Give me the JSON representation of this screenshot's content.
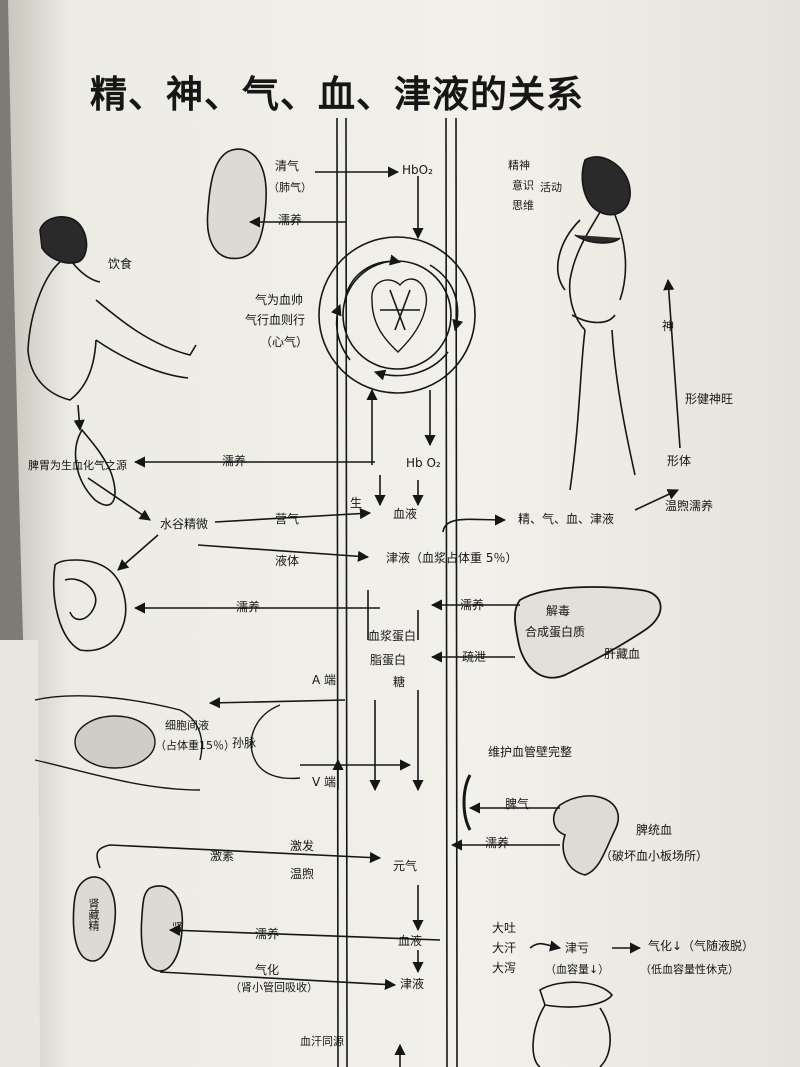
{
  "page": {
    "title": "精、神、气、血、津液的关系"
  },
  "lung": {
    "qing_qi": "清气",
    "fei_qi": "（肺气）",
    "hbo2_top": "HbO₂",
    "ru_yang_top": "濡养"
  },
  "heart": {
    "qi_wei_xue_shuai": "气为血帅",
    "qi_xing_xue_ze_xing": "气行血则行",
    "xin_qi": "（心气）",
    "hbo2_mid": "Hb O₂"
  },
  "digestion": {
    "yin_shi": "饮食",
    "pi_wei": "脾胃为生血化气之源",
    "ru_yang_stomach": "濡养",
    "shui_gu_jing_wei": "水谷精微",
    "ying_qi": "营气",
    "sheng": "生",
    "ye_ti": "液体",
    "ru_yang_intestine": "濡养"
  },
  "center": {
    "xue_ye": "血液",
    "jin_ye": "津液（血浆占体重 5％）",
    "xue_jiang_dan_bai": "血浆蛋白",
    "zhi_dan_bai": "脂蛋白",
    "tang": "糖",
    "yuan_qi": "元气",
    "xue_ye_lower": "血液",
    "jin_ye_lower": "津液",
    "xue_han_tong_yuan": "血汗同源"
  },
  "spirit": {
    "jing_shen": "精神",
    "yi_shi": "意识",
    "si_wei": "思维",
    "huo_dong": "活动",
    "shen": "神",
    "xing_jian_shen_wang": "形健神旺",
    "xing_ti": "形体",
    "jing_qi_xue_jin_ye": "精、气、血、津液",
    "wen_xu_ru_yang": "温煦濡养"
  },
  "liver": {
    "ru_yang": "濡养",
    "jie_du": "解毒",
    "he_cheng": "合成蛋白质",
    "shu_xie": "疏泄",
    "gan_cang_xue": "肝藏血"
  },
  "capillary": {
    "a_duan": "A 端",
    "xi_bao_jian_ye": "细胞间液",
    "zhan_ti_zhong": "（占体重15％）",
    "sun_mai": "孙脉",
    "v_duan": "V 端"
  },
  "spleen": {
    "wei_hu": "维护血管壁完整",
    "pi_qi": "脾气",
    "ru_yang": "濡养",
    "pi_tong_xue": "脾统血",
    "po_huai": "（破坏血小板场所）"
  },
  "kidney": {
    "ji_su": "激素",
    "ji_fa": "激发",
    "wen_xu": "温煦",
    "shen_cang_jing": "肾藏精",
    "shen": "肾",
    "ru_yang": "濡养",
    "qi_hua": "气化",
    "shen_xiao_guan": "（肾小管回吸收）"
  },
  "loss": {
    "da_tu": "大吐",
    "da_han": "大汗",
    "da_xie": "大泻",
    "jin_kui": "津亏",
    "xue_rong_liang": "（血容量↓）",
    "qi_hua_down": "气化↓（气随液脱）",
    "di_xue_rong": "（低血容量性休克）"
  },
  "colors": {
    "paper": "#f1efe8",
    "ink": "#161616",
    "shadow": "#8f8d87"
  }
}
